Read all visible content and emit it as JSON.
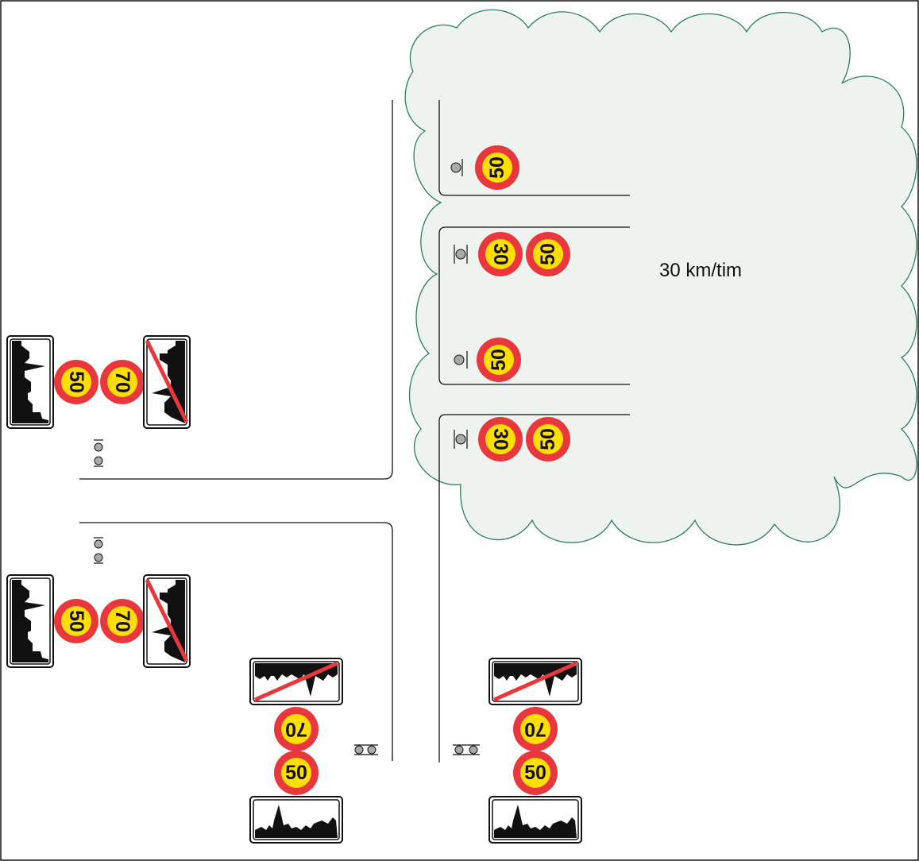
{
  "zone": {
    "label": "30 km/tim",
    "fill_color": "#eef3f0",
    "outline_color": "#2e7d5b"
  },
  "signs": {
    "limit_50": "50",
    "limit_70": "70",
    "limit_30": "30",
    "ring_color": "#e8383d",
    "disc_color": "#ffde00"
  },
  "icons": {
    "built_up_area": "town-silhouette-sign",
    "end_built_up_area": "town-silhouette-end-sign",
    "sign_post": "sign-post-icon"
  }
}
